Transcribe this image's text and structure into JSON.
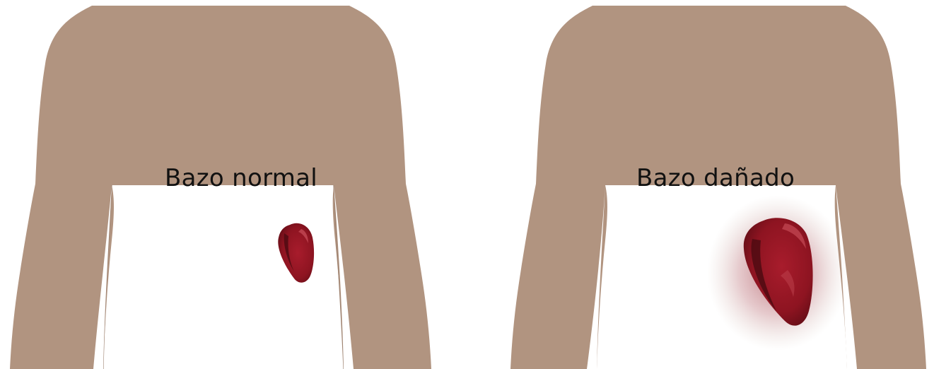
{
  "colors": {
    "skin": "#b19480",
    "skin_shadow": "#a3877a",
    "spleen": "#8e1421",
    "spleen_dark": "#4f0a12",
    "spleen_highlight": "#c44a55",
    "background": "#ffffff"
  },
  "panels": [
    {
      "label": "Bazo normal",
      "spleen_state": "normal"
    },
    {
      "label": "Bazo dañado",
      "spleen_state": "damaged"
    }
  ]
}
